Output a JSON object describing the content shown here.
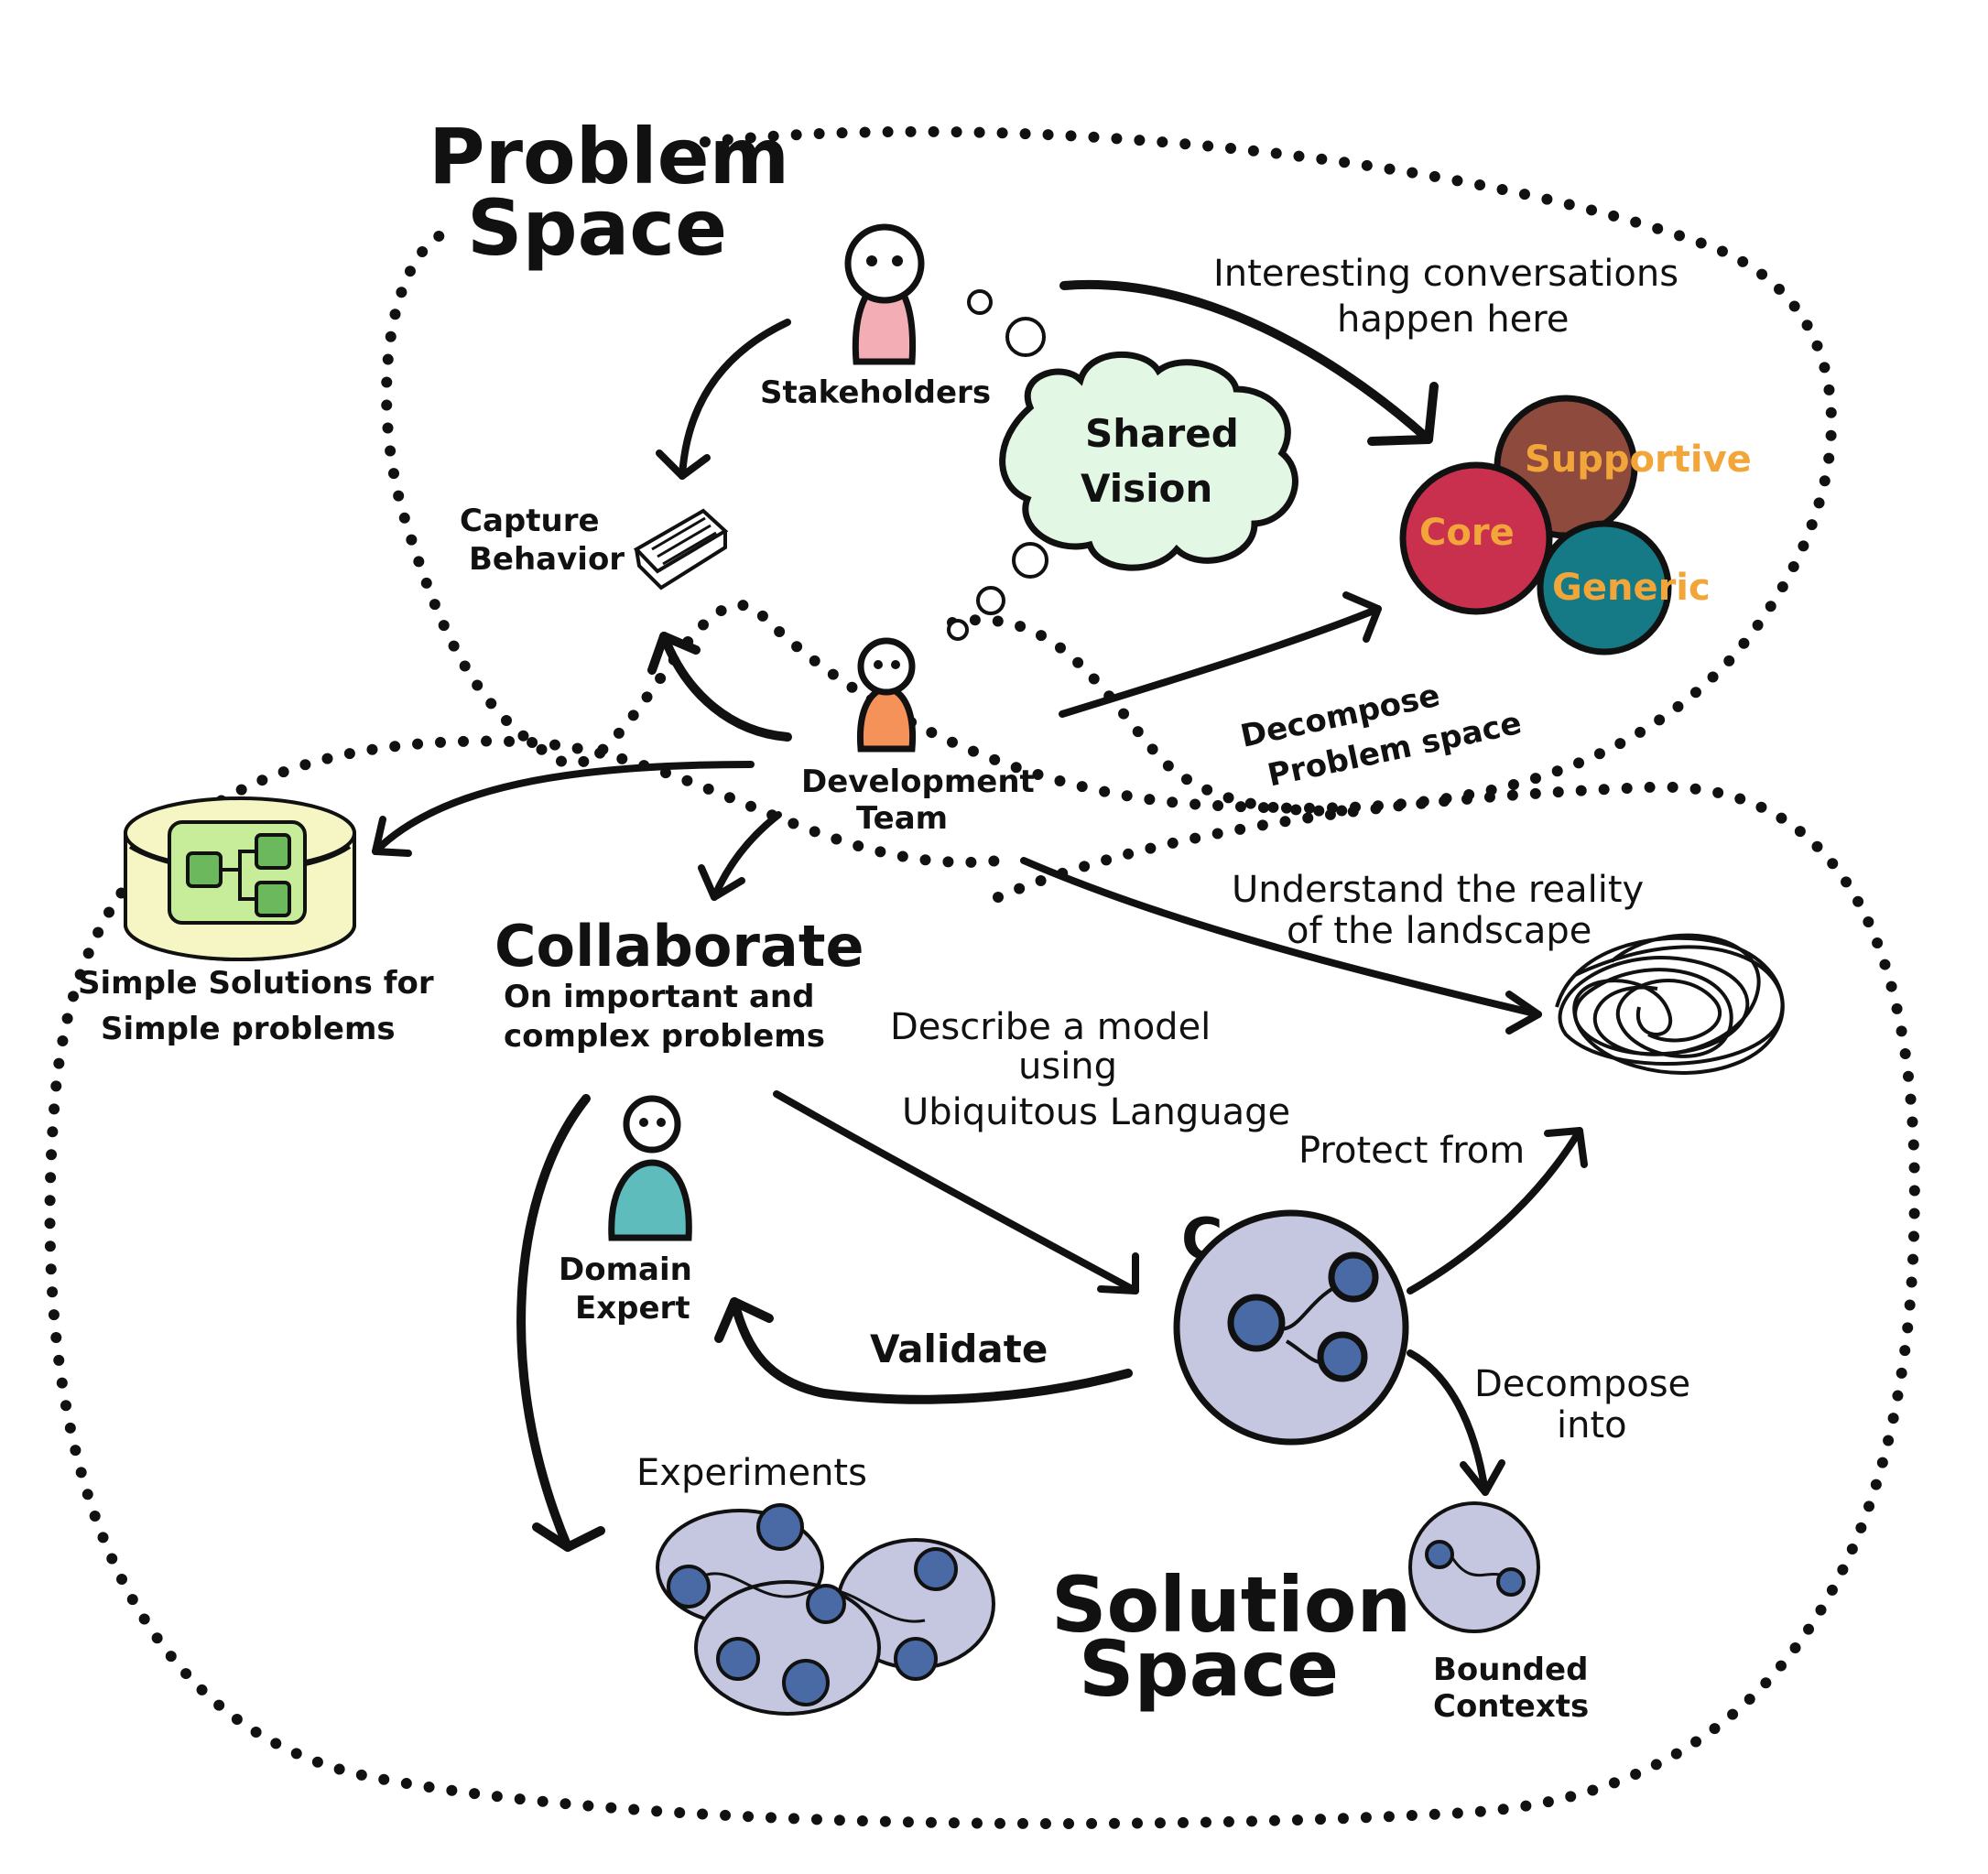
{
  "diagram": {
    "problem_space": {
      "title_line1": "Problem",
      "title_line2": "Space"
    },
    "solution_space": {
      "title_line1": "Solution",
      "title_line2": "Space"
    },
    "stakeholders": {
      "label": "Stakeholders"
    },
    "development_team": {
      "label_line1": "Development",
      "label_line2": "Team"
    },
    "domain_expert": {
      "label_line1": "Domain",
      "label_line2": "Expert"
    },
    "shared_vision": {
      "label_line1": "Shared",
      "label_line2": "Vision"
    },
    "capture_behavior": {
      "label_line1": "Capture",
      "label_line2": "Behavior"
    },
    "conversations": {
      "label_line1": "Interesting conversations",
      "label_line2": "happen here"
    },
    "subdomains": {
      "supportive": "Supportive",
      "core": "Core",
      "generic": "Generic"
    },
    "decompose_problem": {
      "label_line1": "Decompose",
      "label_line2": "Problem space"
    },
    "simple_solutions": {
      "label_line1": "Simple Solutions for",
      "label_line2": "Simple problems"
    },
    "collaborate": {
      "title": "Collaborate",
      "sub_line1": "On important and",
      "sub_line2": "complex problems"
    },
    "understand_reality": {
      "label_line1": "Understand the reality",
      "label_line2": "of the landscape"
    },
    "describe_model": {
      "label_line1": "Describe a model",
      "label_line2": "using",
      "label_line3": "Ubiquitous Language"
    },
    "protect_from": {
      "label": "Protect from"
    },
    "code": {
      "label": "Code"
    },
    "validate": {
      "label": "Validate"
    },
    "experiments": {
      "label": "Experiments"
    },
    "decompose_into": {
      "label_line1": "Decompose",
      "label_line2": "into"
    },
    "bounded_contexts": {
      "label_line1": "Bounded",
      "label_line2": "Contexts"
    }
  },
  "colors": {
    "stakeholder_body": "#f2aeb4",
    "dev_team_body": "#f5925a",
    "domain_expert_body": "#5fbcbd",
    "shared_vision_fill": "#e2f8e4",
    "supportive": "#8e4a3c",
    "core": "#c9304e",
    "generic": "#157a86",
    "subdomain_text": "#f2a63a",
    "code_fill": "#c5c6e0",
    "node_fill": "#4a6aa5",
    "simple_solution_outer": "#f6f6c4",
    "simple_solution_inner": "#c7ec9a",
    "simple_solution_box": "#6cb85c"
  }
}
